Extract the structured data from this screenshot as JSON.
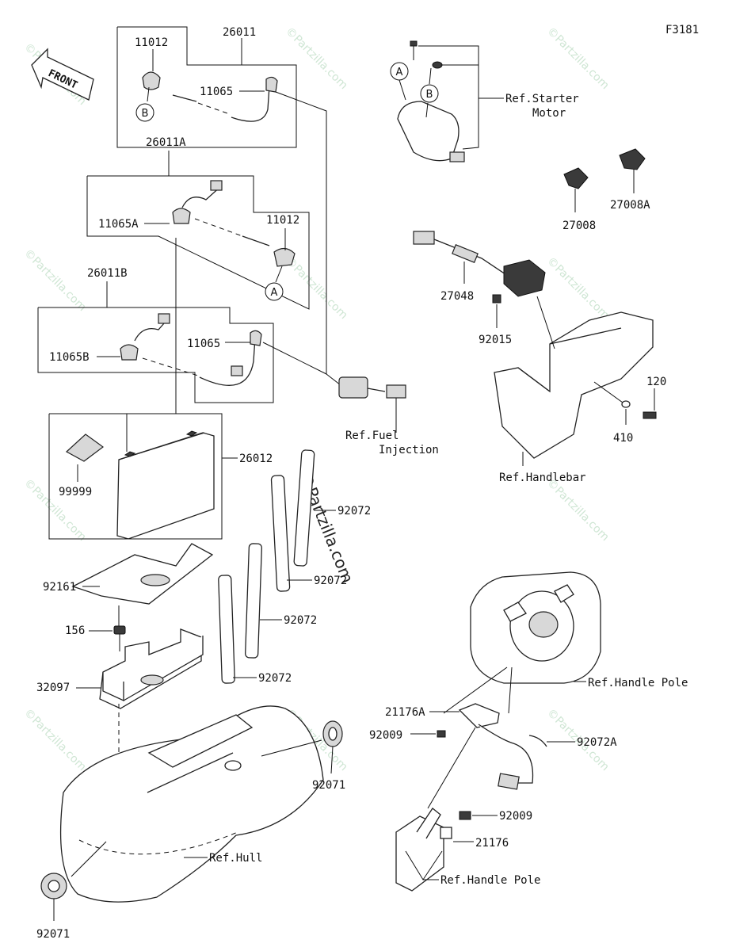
{
  "figure_code": "F3181",
  "front_label": "FRONT",
  "watermark": "©Partzilla.com",
  "callouts": {
    "a": "A",
    "b": "B"
  },
  "labels": {
    "p26011": "26011",
    "p11012_top": "11012",
    "p11065_top": "11065",
    "p26011A": "26011A",
    "p11065A": "11065A",
    "p11012_mid": "11012",
    "p26011B": "26011B",
    "p11065B": "11065B",
    "p11065_mid": "11065",
    "p26012": "26012",
    "p99999": "99999",
    "p92161": "92161",
    "p156": "156",
    "p32097": "32097",
    "p92072_1": "92072",
    "p92072_2": "92072",
    "p92072_3": "92072",
    "p92072_4": "92072",
    "p92071_right": "92071",
    "p92071_left": "92071",
    "p27008": "27008",
    "p27008A": "27008A",
    "p27048": "27048",
    "p92015": "92015",
    "p120": "120",
    "p410": "410",
    "p21176A": "21176A",
    "p92009_left": "92009",
    "p92072A": "92072A",
    "p92009_right": "92009",
    "p21176": "21176"
  },
  "references": {
    "starter_motor_line1": "Ref.Starter",
    "starter_motor_line2": "Motor",
    "fuel_injection_line1": "Ref.Fuel",
    "fuel_injection_line2": "Injection",
    "handlebar": "Ref.Handlebar",
    "handle_pole_upper": "Ref.Handle Pole",
    "handle_pole_lower": "Ref.Handle Pole",
    "hull": "Ref.Hull"
  }
}
